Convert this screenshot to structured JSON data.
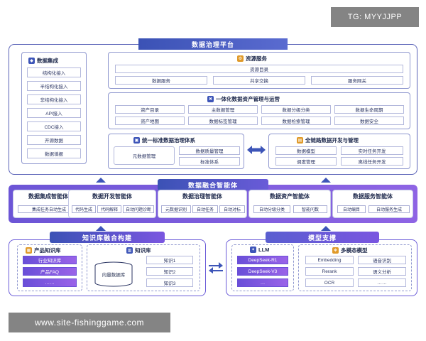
{
  "watermark_top": "TG: MYYJJPP",
  "watermark_bottom": "www.site-fishinggame.com",
  "governance": {
    "title": "数据治理平台",
    "integration": {
      "title": "数据集成",
      "items": [
        "结构化接入",
        "半结构化接入",
        "非结构化接入",
        "API接入",
        "CDC接入",
        "开源数据",
        "数据填报"
      ]
    },
    "resource": {
      "title": "资源服务",
      "catalog": "资源目录",
      "items": [
        "数据服务",
        "共享交换",
        "服务网关"
      ]
    },
    "asset": {
      "title": "一体化数据资产管理与运营",
      "row1": [
        "资产目录",
        "主数据管理",
        "数据分级分类",
        "数据生命周期"
      ],
      "row2": [
        "资产地图",
        "数据标签管理",
        "数据检索管理",
        "数据安全"
      ]
    },
    "standard": {
      "title": "统一标准数据治理体系",
      "meta": "元数据管理",
      "quality": "数据质量管理",
      "std": "标准体系"
    },
    "devops": {
      "title": "全链路数据开发与管理",
      "row1": [
        "数据模型",
        "实时任务开发"
      ],
      "row2": [
        "调度管理",
        "离线任务开发"
      ]
    }
  },
  "agents": {
    "title": "数据融合智能体",
    "list": [
      {
        "title": "数据集成智能体",
        "tags": [
          "集成任务自动生成"
        ]
      },
      {
        "title": "数据开发智能体",
        "tags": [
          "代码生成",
          "代码解释",
          "自动问题诊断"
        ]
      },
      {
        "title": "数据治理智能体",
        "tags": [
          "元数据识别",
          "自动任务",
          "自动对标"
        ]
      },
      {
        "title": "数据资产智能体",
        "tags": [
          "自动分级分类",
          "智能问数"
        ]
      },
      {
        "title": "数据服务智能体",
        "tags": [
          "自动编目",
          "自动服务生成"
        ]
      }
    ]
  },
  "knowledge": {
    "title": "知识库融合构建",
    "product": {
      "title": "产品知识库",
      "items": [
        "行业知识库",
        "产品FAQ",
        "……"
      ]
    },
    "kb": {
      "title": "知识库",
      "vector": "向量数据库",
      "items": [
        "知识1",
        "知识2",
        "知识3"
      ]
    }
  },
  "model": {
    "title": "模型支撑",
    "llm": {
      "title": "LLM",
      "items": [
        "DeepSeek-R1",
        "DeepSeek-V3",
        "…"
      ]
    },
    "multimodal": {
      "title": "多模态模型",
      "items": [
        "Embedding",
        "语音识别",
        "Rerank",
        "语义分析",
        "OCR",
        "……"
      ]
    }
  },
  "colors": {
    "accent": "#3d55b8",
    "purple": "#7a56e0",
    "border": "#5a63b8"
  }
}
